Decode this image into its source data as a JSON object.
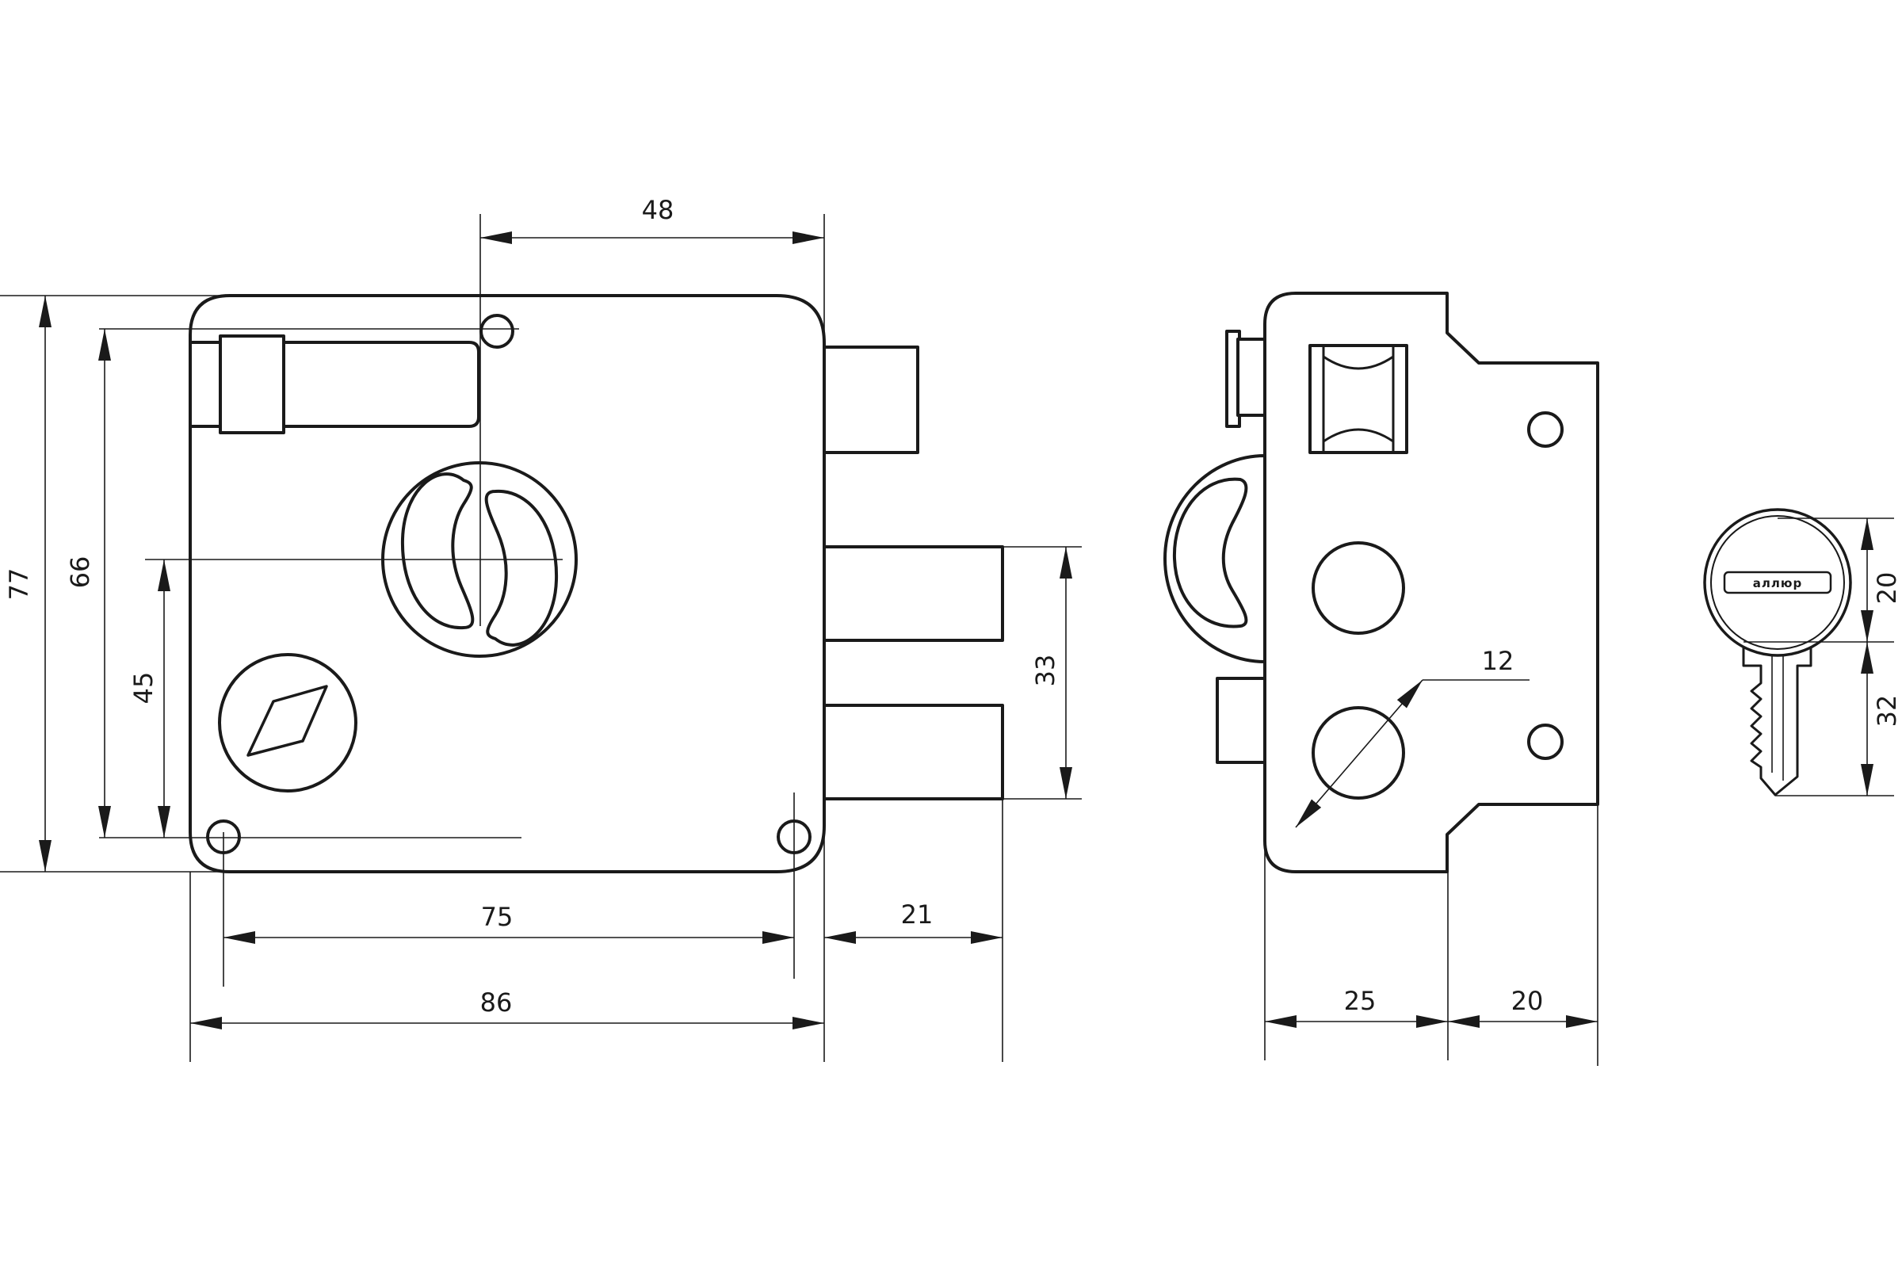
{
  "dimensions": {
    "top_48": "48",
    "height_77": "77",
    "height_66": "66",
    "height_45": "45",
    "bolt_span_33": "33",
    "hole_spacing_75": "75",
    "body_width_86": "86",
    "bolt_throw_21": "21",
    "cylinder_dia_12": "12",
    "side_depth_25": "25",
    "side_depth_20": "20",
    "key_head_20": "20",
    "key_blade_32": "32"
  },
  "key": {
    "brand": "аллюр"
  },
  "colors": {
    "line": "#1a1a1a",
    "background": "#ffffff"
  },
  "icons": {
    "arrowhead": "filled-triangle-arrow"
  }
}
